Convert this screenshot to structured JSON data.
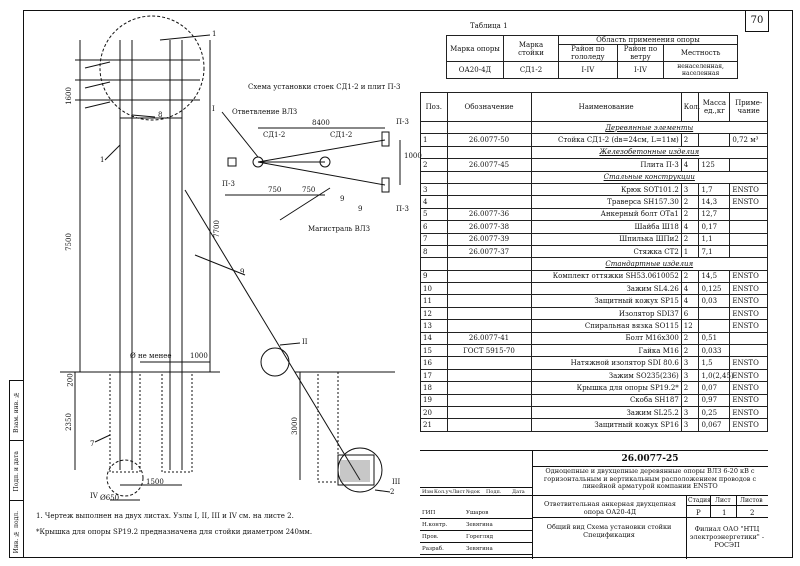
{
  "page_number": "70",
  "table1": {
    "title": "Таблица 1",
    "h_marka_opory": "Марка опоры",
    "h_marka_stoyki": "Марка стойки",
    "h_oblast": "Область применения опоры",
    "h_gololed": "Район по гололеду",
    "h_veter": "Район по ветру",
    "h_mestnost": "Местность",
    "row": {
      "opora": "ОА20-4Д",
      "stoyka": "СД1-2",
      "gololed": "I-IV",
      "veter": "I-IV",
      "mestnost": "ненаселенная, населенная"
    }
  },
  "drawing": {
    "scheme_title": "Схема установки стоек СД1-2 и плит П-3",
    "otvetvlenie": "Ответвление ВЛЗ",
    "magistral": "Магистраль ВЛЗ",
    "sd1": "СД1-2",
    "sd2": "СД1-2",
    "p3_1": "П-3",
    "p3_2": "П-3",
    "p3_3": "П-3",
    "d8400": "8400",
    "d750a": "750",
    "d750b": "750",
    "d1000s": "1000",
    "n8": "8",
    "n9": "9",
    "n9b": "9",
    "n1": "1",
    "n1b": "1",
    "n9c": "9",
    "n7": "7",
    "n2": "2",
    "d1600": "1600",
    "d7500": "7500",
    "d7700": "7700",
    "d1000": "1000",
    "ne_menee": "Ø не менее",
    "d2350": "2350",
    "d3000": "3000",
    "d200": "200",
    "d650": "Ø650",
    "d1500": "1500",
    "node_iv": "IV",
    "node_ii": "II",
    "node_iii": "III",
    "node_i": "I"
  },
  "notes": {
    "n1": "1. Чертеж выполнен на двух листах. Узлы I, II, III  и IV см. на листе 2.",
    "n2": "*Крышка для опоры SP19.2 предназначена для стойки диаметром 240мм."
  },
  "spec": {
    "h_pos": "Поз.",
    "h_oboz": "Обозначение",
    "h_naim": "Наименование",
    "h_kol": "Кол.",
    "h_massa": "Масса ед.,кг",
    "h_prim": "Приме-чание",
    "rows": [
      {
        "type": "section",
        "naim": "Деревянные элементы"
      },
      {
        "pos": "1",
        "oboz": "26.0077-50",
        "naim": "Стойка СД1-2 (dв=24см, L=11м)",
        "kol": "2",
        "massa": "",
        "prim": "0,72 м³"
      },
      {
        "type": "section",
        "naim": "Железобетонные изделия"
      },
      {
        "pos": "2",
        "oboz": "26.0077-45",
        "naim": "Плита П-3",
        "kol": "4",
        "massa": "125",
        "prim": ""
      },
      {
        "type": "section",
        "naim": "Стальные конструкции"
      },
      {
        "pos": "3",
        "oboz": "",
        "naim": "Крюк SOT101.2",
        "kol": "3",
        "massa": "1,7",
        "prim": "ENSTO"
      },
      {
        "pos": "4",
        "oboz": "",
        "naim": "Траверса SH157.30",
        "kol": "2",
        "massa": "14,3",
        "prim": "ENSTO"
      },
      {
        "pos": "5",
        "oboz": "26.0077-36",
        "naim": "Анкерный болт ОТа1",
        "kol": "2",
        "massa": "12,7",
        "prim": ""
      },
      {
        "pos": "6",
        "oboz": "26.0077-38",
        "naim": "Шайба Ш18",
        "kol": "4",
        "massa": "0,17",
        "prim": ""
      },
      {
        "pos": "7",
        "oboz": "26.0077-39",
        "naim": "Шпилька ШПи2",
        "kol": "2",
        "massa": "1,1",
        "prim": ""
      },
      {
        "pos": "8",
        "oboz": "26.0077-37",
        "naim": "Стяжка СТ2",
        "kol": "1",
        "massa": "7,1",
        "prim": ""
      },
      {
        "type": "section",
        "naim": "Стандартные изделия"
      },
      {
        "pos": "9",
        "oboz": "",
        "naim": "Комплект оттяжки SH53.0610052",
        "kol": "2",
        "massa": "14,5",
        "prim": "ENSTO"
      },
      {
        "pos": "10",
        "oboz": "",
        "naim": "Зажим SL4.26",
        "kol": "4",
        "massa": "0,125",
        "prim": "ENSTO"
      },
      {
        "pos": "11",
        "oboz": "",
        "naim": "Защитный кожух SP15",
        "kol": "4",
        "massa": "0,03",
        "prim": "ENSTO"
      },
      {
        "pos": "12",
        "oboz": "",
        "naim": "Изолятор SDI37",
        "kol": "6",
        "massa": "",
        "prim": "ENSTO"
      },
      {
        "pos": "13",
        "oboz": "",
        "naim": "Спиральная вязка SO115",
        "kol": "12",
        "massa": "",
        "prim": "ENSTO"
      },
      {
        "pos": "14",
        "oboz": "26.0077-41",
        "naim": "Болт М16х300",
        "kol": "2",
        "massa": "0,51",
        "prim": ""
      },
      {
        "pos": "15",
        "oboz": "ГОСТ 5915-70",
        "naim": "Гайка М16",
        "kol": "2",
        "massa": "0,033",
        "prim": ""
      },
      {
        "pos": "16",
        "oboz": "",
        "naim": "Натяжной изолятор SDI 80.6",
        "kol": "3",
        "massa": "1,5",
        "prim": "ENSTO"
      },
      {
        "pos": "17",
        "oboz": "",
        "naim": "Зажим SO235(236)",
        "kol": "3",
        "massa": "1,0(2,45)",
        "prim": "ENSTO"
      },
      {
        "pos": "18",
        "oboz": "",
        "naim": "Крышка для опоры SP19.2*",
        "kol": "2",
        "massa": "0,07",
        "prim": "ENSTO"
      },
      {
        "pos": "19",
        "oboz": "",
        "naim": "Скоба SH187",
        "kol": "2",
        "massa": "0,97",
        "prim": "ENSTO"
      },
      {
        "pos": "20",
        "oboz": "",
        "naim": "Зажим SL25.2",
        "kol": "3",
        "massa": "0,25",
        "prim": "ENSTO"
      },
      {
        "pos": "21",
        "oboz": "",
        "naim": "Защитный кожух SP16",
        "kol": "3",
        "massa": "0,067",
        "prim": "ENSTO"
      }
    ]
  },
  "title_block": {
    "doc_code": "26.0077-25",
    "doc_title": "Одноцепные и двухцепные деревянные опоры ВЛЗ 6-20 кВ с горизонтальным и вертикальным расположением проводов с линейной арматурой компании ENSTO",
    "izm": "Изм",
    "kol_uch": "Кол.уч",
    "list_h": "Лист",
    "ndok": "№док",
    "podp": "Подп.",
    "data": "Дата",
    "roles": [
      {
        "role": "ГИП",
        "name": "Ушаров"
      },
      {
        "role": "Н.контр.",
        "name": "Зевягина"
      },
      {
        "role": "Пров.",
        "name": "Горегляд"
      },
      {
        "role": "Разраб.",
        "name": "Зевягина"
      }
    ],
    "object_name": "Ответвительная анкерная двухцепная опора ОА20-4Д",
    "stadiya_h": "Стадия",
    "list_h2": "Лист",
    "listov_h": "Листов",
    "stadiya": "Р",
    "list": "1",
    "listov": "2",
    "sheet_name": "Общий вид Схема установки стойки Спецификация",
    "org": "Филиал ОАО \"НТЦ электроэнергетики\" - РОСЭП"
  },
  "side_stamp": {
    "inv_podl": "Инв. № подл.",
    "podp_data": "Подп. и дата",
    "vzam_inv": "Взам. инв. №"
  }
}
